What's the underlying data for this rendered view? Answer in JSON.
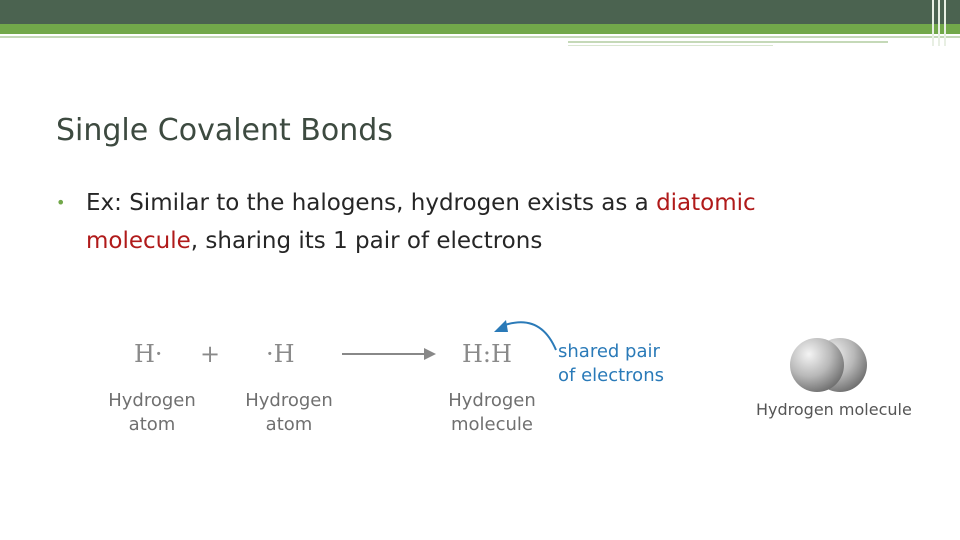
{
  "slide": {
    "title": "Single Covalent Bonds",
    "bullet": {
      "prefix": "Ex: Similar to the halogens, hydrogen exists as a ",
      "highlight": "diatomic molecule",
      "suffix": ", sharing its 1 pair of electrons"
    }
  },
  "diagram": {
    "left_atom": "H·",
    "plus": "+",
    "right_atom": "·H",
    "product": "H:H",
    "caption_left_line1": "Hydrogen",
    "caption_left_line2": "atom",
    "caption_right_line1": "Hydrogen",
    "caption_right_line2": "atom",
    "caption_product_line1": "Hydrogen",
    "caption_product_line2": "molecule",
    "shared_line1": "shared pair",
    "shared_line2": "of electrons",
    "molecule_model_label": "Hydrogen molecule"
  },
  "colors": {
    "header_dark": "#4b6350",
    "header_green": "#72a84a",
    "highlight": "#b01a1a",
    "shared_label": "#2a7ab8"
  }
}
